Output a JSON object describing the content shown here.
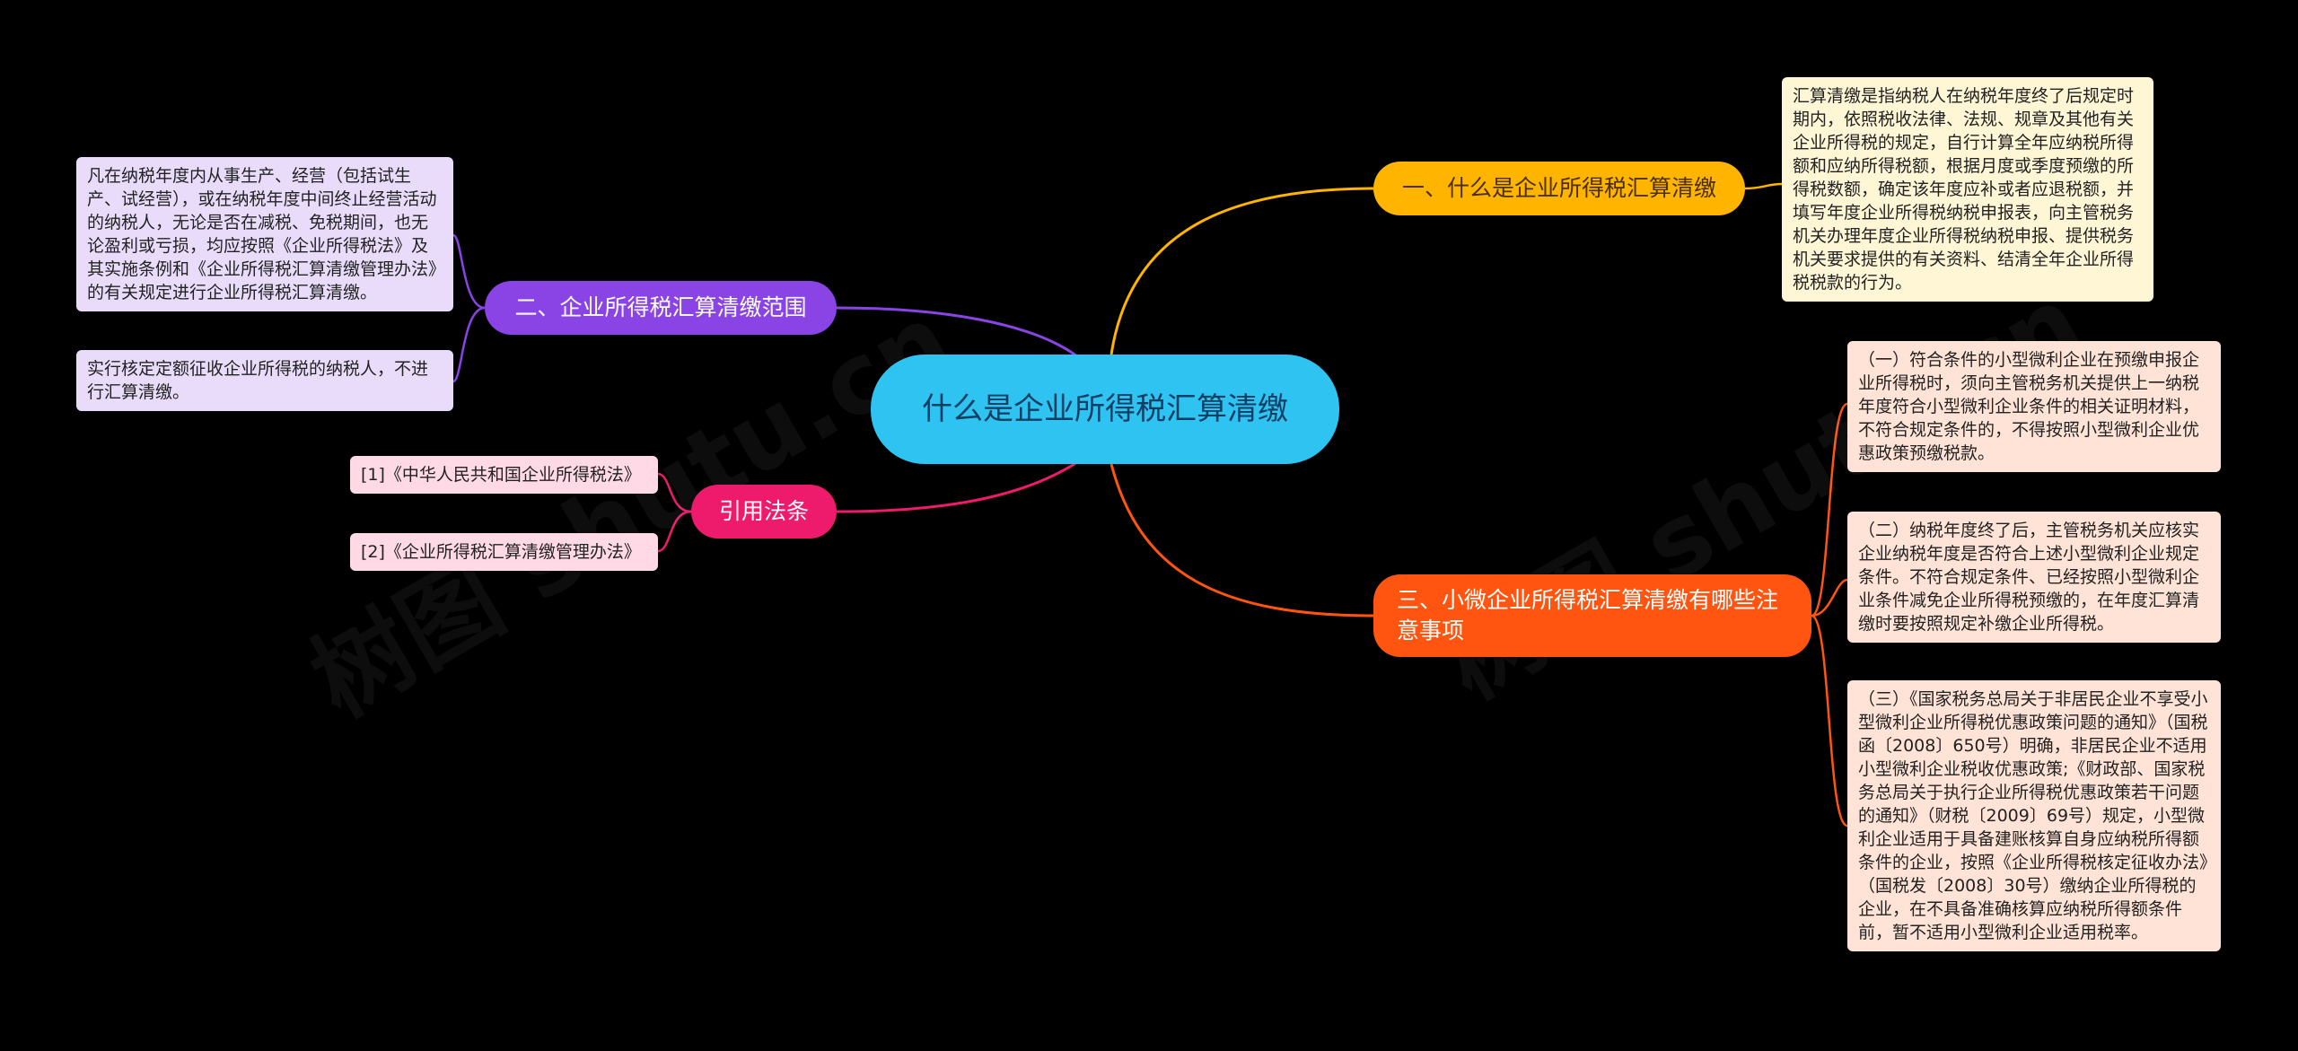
{
  "colors": {
    "background": "#000000",
    "root": "#2ec3f0",
    "branch1": "#ffb400",
    "branch2": "#8a44e6",
    "branch3": "#ee1a6c",
    "branch4": "#ff5510"
  },
  "root": {
    "label": "什么是企业所得税汇算清缴"
  },
  "branches": [
    {
      "label": "一、什么是企业所得税汇算清缴",
      "leaves": [
        "汇算清缴是指纳税人在纳税年度终了后规定时期内，依照税收法律、法规、规章及其他有关企业所得税的规定，自行计算全年应纳税所得额和应纳所得税额，根据月度或季度预缴的所得税数额，确定该年度应补或者应退税额，并填写年度企业所得税纳税申报表，向主管税务机关办理年度企业所得税纳税申报、提供税务机关要求提供的有关资料、结清全年企业所得税税款的行为。"
      ]
    },
    {
      "label": "二、企业所得税汇算清缴范围",
      "leaves": [
        "凡在纳税年度内从事生产、经营（包括试生产、试经营），或在纳税年度中间终止经营活动的纳税人，无论是否在减税、免税期间，也无论盈利或亏损，均应按照《企业所得税法》及其实施条例和《企业所得税汇算清缴管理办法》的有关规定进行企业所得税汇算清缴。",
        "实行核定定额征收企业所得税的纳税人，不进行汇算清缴。"
      ]
    },
    {
      "label": "引用法条",
      "leaves": [
        "[1]《中华人民共和国企业所得税法》",
        "[2]《企业所得税汇算清缴管理办法》"
      ]
    },
    {
      "label": "三、小微企业所得税汇算清缴有哪些注意事项",
      "leaves": [
        "（一）符合条件的小型微利企业在预缴申报企业所得税时，须向主管税务机关提供上一纳税年度符合小型微利企业条件的相关证明材料，不符合规定条件的，不得按照小型微利企业优惠政策预缴税款。",
        "（二）纳税年度终了后，主管税务机关应核实企业纳税年度是否符合上述小型微利企业规定条件。不符合规定条件、已经按照小型微利企业条件减免企业所得税预缴的，在年度汇算清缴时要按照规定补缴企业所得税。",
        "（三）《国家税务总局关于非居民企业不享受小型微利企业所得税优惠政策问题的通知》（国税函〔2008〕650号）明确，非居民企业不适用小型微利企业税收优惠政策;《财政部、国家税务总局关于执行企业所得税优惠政策若干问题的通知》（财税〔2009〕69号）规定，小型微利企业适用于具备建账核算自身应纳税所得额条件的企业，按照《企业所得税核定征收办法》（国税发〔2008〕30号）缴纳企业所得税的企业，在不具备准确核算应纳税所得额条件前，暂不适用小型微利企业适用税率。"
      ]
    }
  ],
  "watermark": {
    "text1": "树图 shutu.cn",
    "text2": "树图 shutu.cn"
  }
}
